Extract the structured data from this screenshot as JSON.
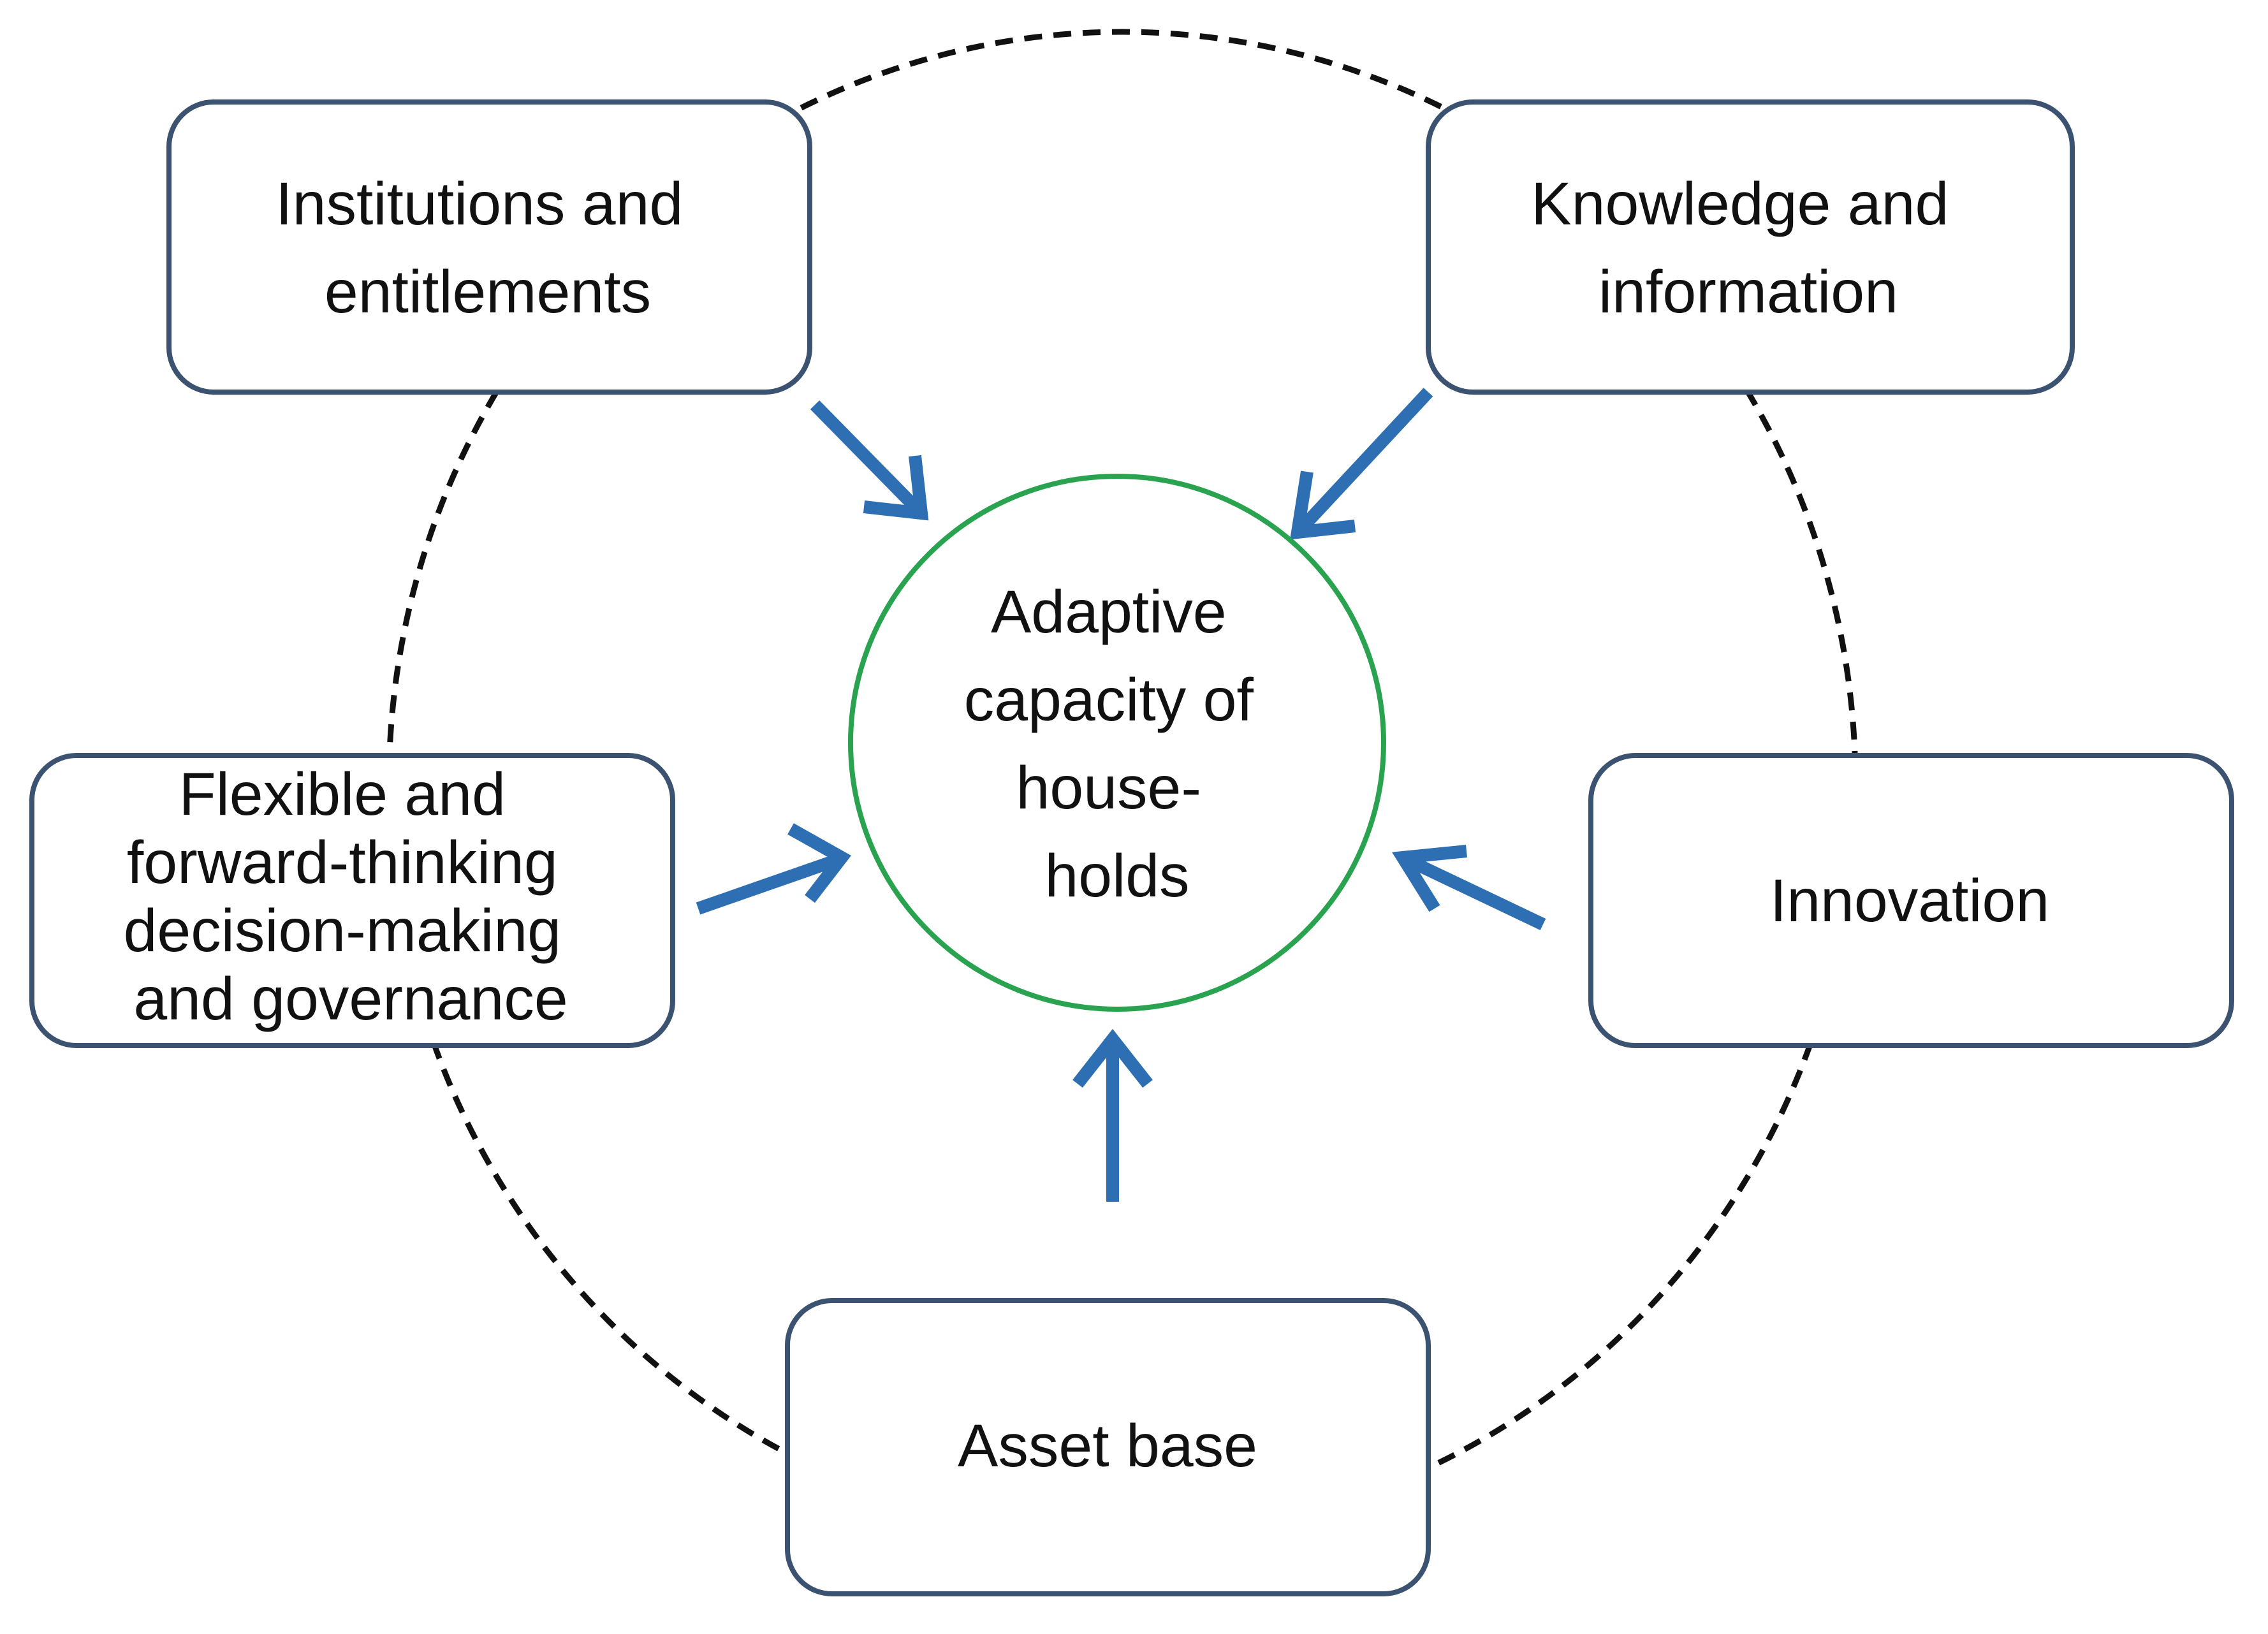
{
  "diagram": {
    "center": {
      "lines": [
        "Adaptive",
        "capacity of",
        "house-",
        "holds"
      ]
    },
    "nodes": {
      "institutions": {
        "lines": [
          "Institutions and",
          "entitlements"
        ]
      },
      "knowledge": {
        "lines": [
          "Knowledge and",
          "information"
        ]
      },
      "flexible": {
        "lines": [
          "Flexible and",
          "forward-thinking",
          "decision-making",
          "and governance"
        ]
      },
      "innovation": {
        "lines": [
          "Innovation"
        ]
      },
      "asset": {
        "lines": [
          "Asset base"
        ]
      }
    },
    "colors": {
      "box_border": "#3b5270",
      "center_border": "#2aa350",
      "arrow": "#2e6fb3",
      "dashed_ring": "#111111"
    }
  }
}
